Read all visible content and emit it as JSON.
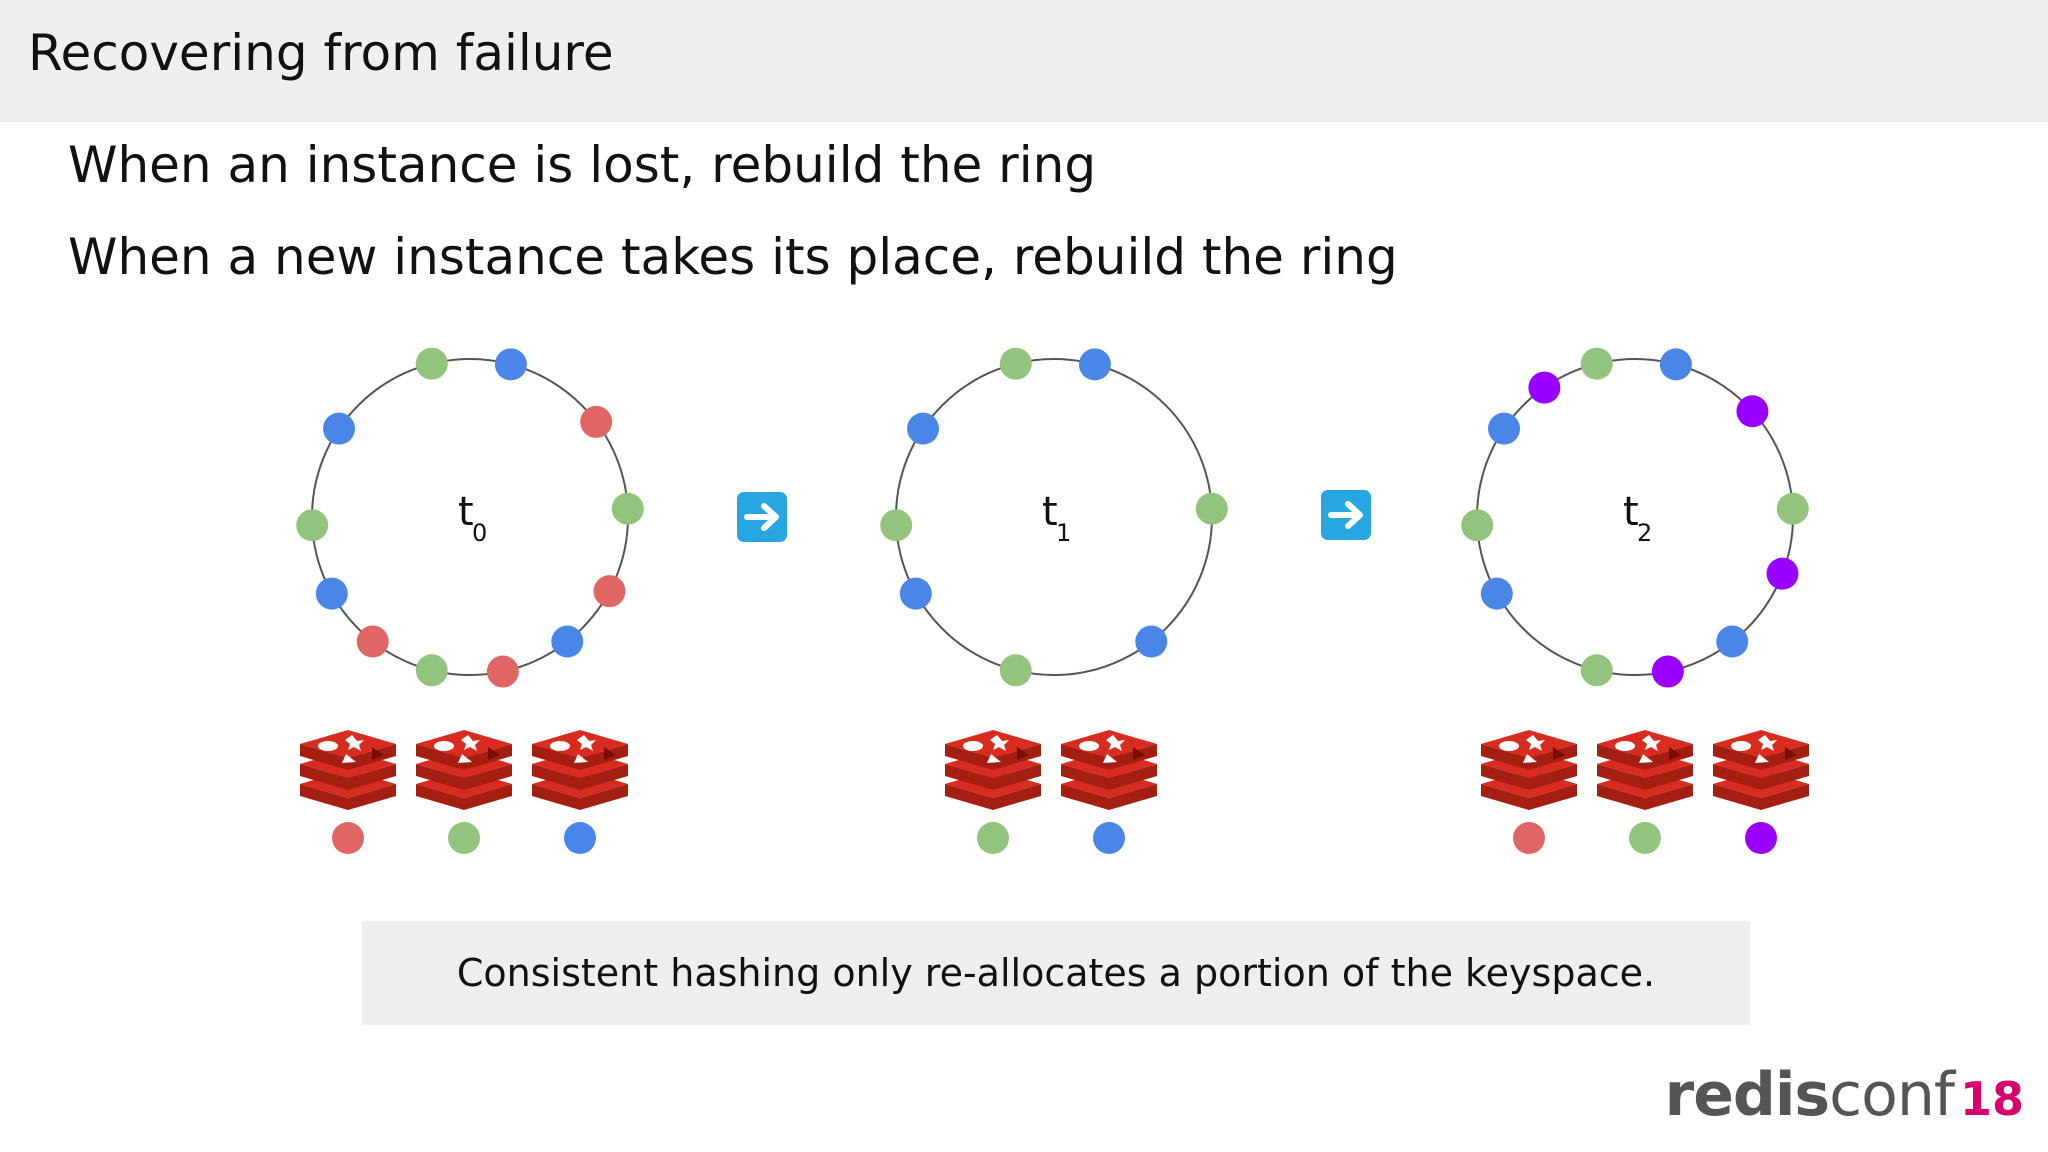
{
  "title": "Recovering from failure",
  "bullets": [
    "When an instance is lost, rebuild the ring",
    "When a new instance takes its place, rebuild the ring"
  ],
  "caption": "Consistent hashing only re-allocates a portion of the keyspace.",
  "logo": {
    "part1": "redis",
    "part2": "conf",
    "part3": "18"
  },
  "arrow_icon": "right-arrow-emoji",
  "node_icon": "redis-logo-icon",
  "colors": {
    "red": "#e06666",
    "green": "#93c47d",
    "blue": "#4a86e8",
    "purple": "#9900ff",
    "ring": "#555555",
    "arrow_bg": "#27a6e1",
    "redis": "#d82c20",
    "brand": "#d6006f"
  },
  "rings": [
    {
      "label": "t",
      "sub": "0",
      "points": [
        {
          "angle": 75,
          "color": "blue"
        },
        {
          "angle": 104,
          "color": "green"
        },
        {
          "angle": 146,
          "color": "blue"
        },
        {
          "angle": 183,
          "color": "green"
        },
        {
          "angle": 37,
          "color": "red"
        },
        {
          "angle": 3,
          "color": "green"
        },
        {
          "angle": 209,
          "color": "blue"
        },
        {
          "angle": 232,
          "color": "red"
        },
        {
          "angle": 256,
          "color": "green"
        },
        {
          "angle": 282,
          "color": "red"
        },
        {
          "angle": 308,
          "color": "blue"
        },
        {
          "angle": 332,
          "color": "red"
        }
      ],
      "instances": [
        "red",
        "green",
        "blue"
      ]
    },
    {
      "label": "t",
      "sub": "1",
      "points": [
        {
          "angle": 75,
          "color": "blue"
        },
        {
          "angle": 104,
          "color": "green"
        },
        {
          "angle": 146,
          "color": "blue"
        },
        {
          "angle": 183,
          "color": "green"
        },
        {
          "angle": 3,
          "color": "green"
        },
        {
          "angle": 209,
          "color": "blue"
        },
        {
          "angle": 256,
          "color": "green"
        },
        {
          "angle": 308,
          "color": "blue"
        }
      ],
      "instances": [
        "green",
        "blue"
      ]
    },
    {
      "label": "t",
      "sub": "2",
      "points": [
        {
          "angle": 75,
          "color": "blue"
        },
        {
          "angle": 104,
          "color": "green"
        },
        {
          "angle": 125,
          "color": "purple"
        },
        {
          "angle": 146,
          "color": "blue"
        },
        {
          "angle": 183,
          "color": "green"
        },
        {
          "angle": 42,
          "color": "purple"
        },
        {
          "angle": 3,
          "color": "green"
        },
        {
          "angle": 339,
          "color": "purple"
        },
        {
          "angle": 209,
          "color": "blue"
        },
        {
          "angle": 256,
          "color": "green"
        },
        {
          "angle": 282,
          "color": "purple"
        },
        {
          "angle": 308,
          "color": "blue"
        }
      ],
      "instances": [
        "red",
        "green",
        "purple"
      ]
    }
  ]
}
